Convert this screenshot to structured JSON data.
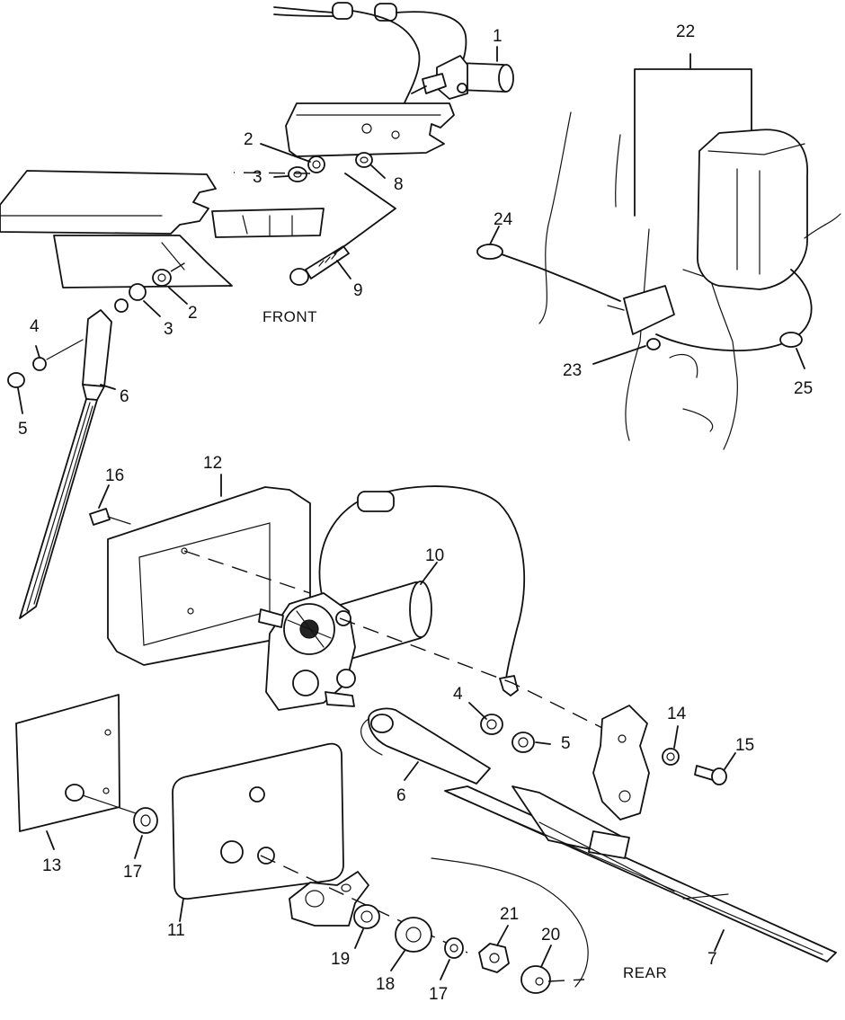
{
  "labels": {
    "front": "FRONT",
    "rear": "REAR"
  },
  "callouts": [
    "1",
    "2",
    "2",
    "3",
    "3",
    "4",
    "5",
    "6",
    "8",
    "9",
    "22",
    "24",
    "23",
    "25",
    "16",
    "12",
    "10",
    "4",
    "5",
    "14",
    "15",
    "6",
    "13",
    "17",
    "11",
    "19",
    "18",
    "17",
    "21",
    "20",
    "7"
  ]
}
